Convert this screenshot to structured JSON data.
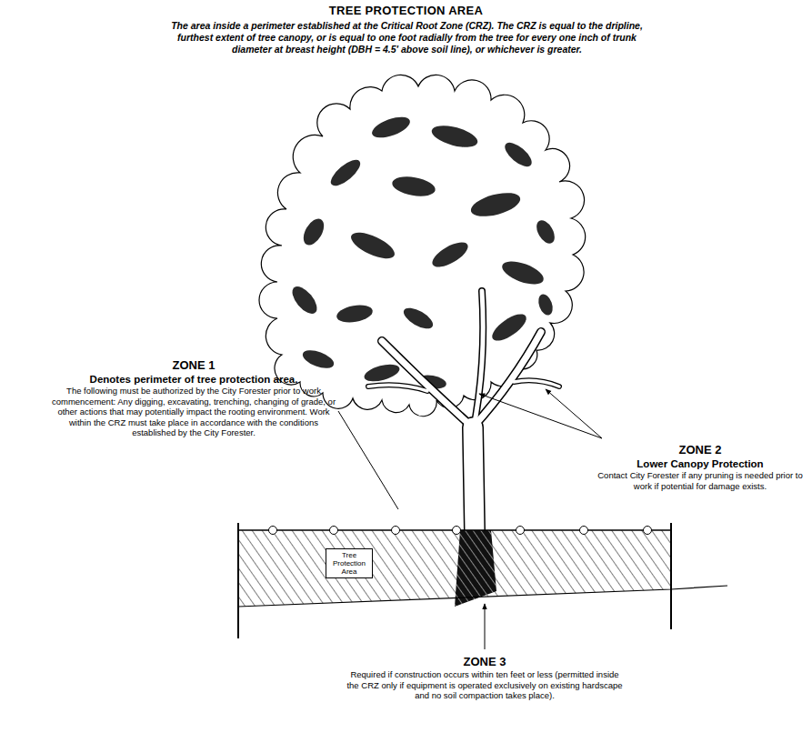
{
  "diagram": {
    "title": "TREE PROTECTION AREA",
    "nodes": [
      {
        "text": [
          "Tree Protection Area"
        ]
      }
    ],
    "labels": [
      "The area inside a perimeter established at the Critical Root Zone (CRZ). The CRZ is equal to the dripline, furthest extent of tree canopy, or is equal to one foot radially from the tree for every one inch of trunk diameter at breast height (DBH = 4.5' above soil line), or whichever is greater.",
      "ZONE 1",
      "Denotes perimeter of tree protection area.",
      "The following must be authorized by the City Forester prior to work commencement: Any digging, excavating, trenching, changing of grade, or other actions that may potentially impact the rooting environment. Work within the CRZ must take place in accordance with the conditions established by the City Forester.",
      "ZONE 2",
      "Lower Canopy Protection",
      "Contact City Forester if any pruning is needed prior to work if potential for damage exists.",
      "ZONE 3",
      "Required if construction occurs within ten feet or less (permitted inside the CRZ only if equipment is operated exclusively on existing hardscape and no soil compaction takes place)."
    ]
  }
}
